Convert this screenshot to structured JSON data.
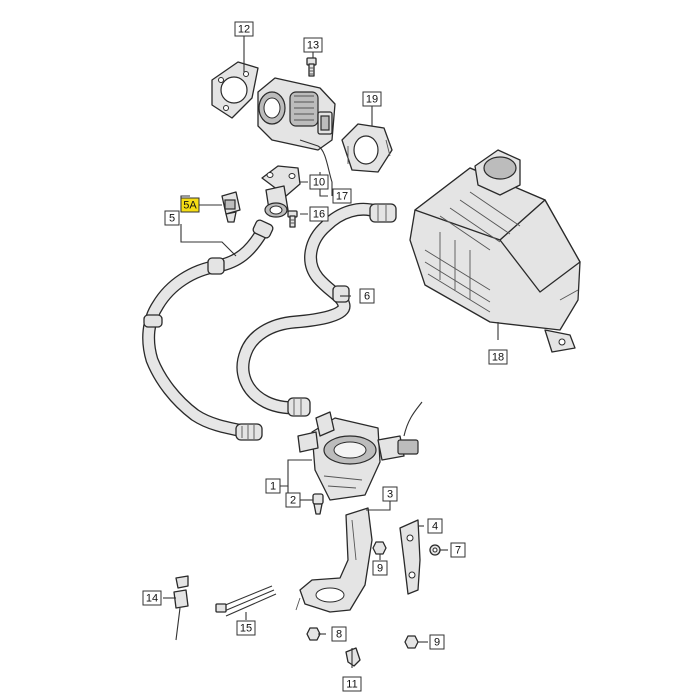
{
  "diagram": {
    "callouts": [
      {
        "id": "c12",
        "label": "12",
        "highlight": false
      },
      {
        "id": "c13",
        "label": "13",
        "highlight": false
      },
      {
        "id": "c19",
        "label": "19",
        "highlight": false
      },
      {
        "id": "c10",
        "label": "10",
        "highlight": false
      },
      {
        "id": "c17",
        "label": "17",
        "highlight": false
      },
      {
        "id": "c16",
        "label": "16",
        "highlight": false
      },
      {
        "id": "c5a",
        "label": "5A",
        "highlight": true
      },
      {
        "id": "c5",
        "label": "5",
        "highlight": false
      },
      {
        "id": "c6",
        "label": "6",
        "highlight": false
      },
      {
        "id": "c18",
        "label": "18",
        "highlight": false
      },
      {
        "id": "c1",
        "label": "1",
        "highlight": false
      },
      {
        "id": "c2",
        "label": "2",
        "highlight": false
      },
      {
        "id": "c3",
        "label": "3",
        "highlight": false
      },
      {
        "id": "c4",
        "label": "4",
        "highlight": false
      },
      {
        "id": "c7",
        "label": "7",
        "highlight": false
      },
      {
        "id": "c9a",
        "label": "9",
        "highlight": false
      },
      {
        "id": "c14",
        "label": "14",
        "highlight": false
      },
      {
        "id": "c15",
        "label": "15",
        "highlight": false
      },
      {
        "id": "c8",
        "label": "8",
        "highlight": false
      },
      {
        "id": "c9b",
        "label": "9",
        "highlight": false
      },
      {
        "id": "c11",
        "label": "11",
        "highlight": false
      }
    ],
    "colors": {
      "highlight": "#f5dd14",
      "line": "#2a2a2a",
      "part_fill": "#e4e4e4"
    }
  }
}
